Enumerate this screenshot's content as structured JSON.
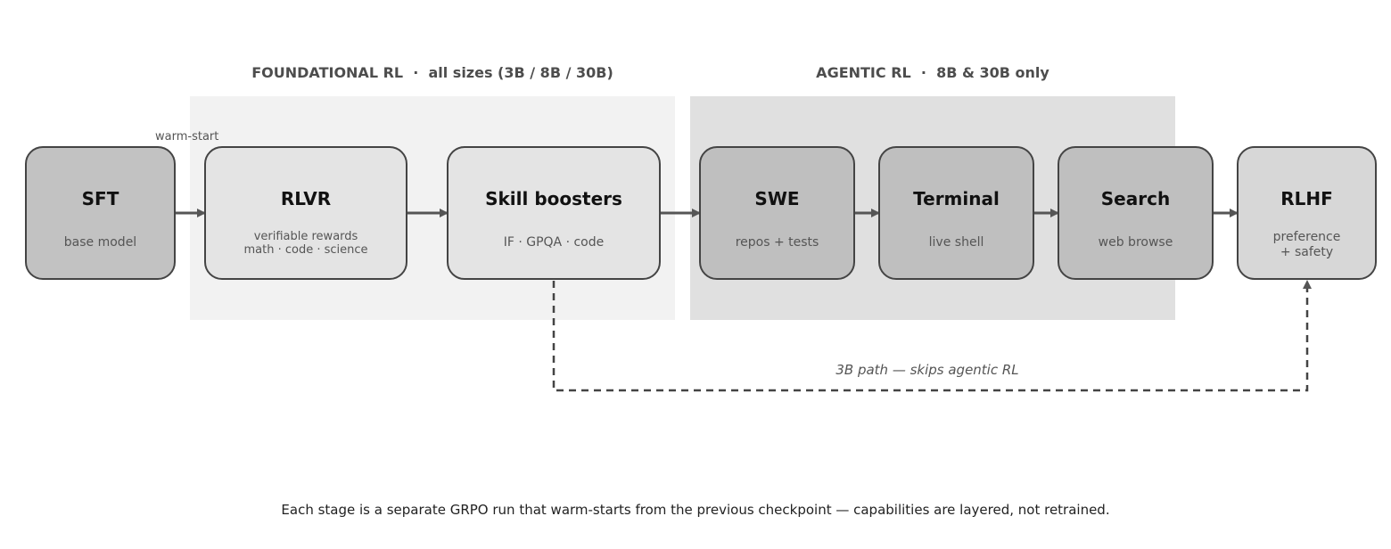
{
  "groups": {
    "foundational": {
      "title": "FOUNDATIONAL RL  ·  all sizes (3B / 8B / 30B)"
    },
    "agentic": {
      "title": "AGENTIC RL  ·  8B & 30B only"
    }
  },
  "stages": {
    "sft": {
      "name": "SFT",
      "desc": "base model"
    },
    "rlvr": {
      "name": "RLVR",
      "desc": "verifiable rewards\nmath · code · science"
    },
    "skill": {
      "name": "Skill boosters",
      "desc": "IF · GPQA · code"
    },
    "swe": {
      "name": "SWE",
      "desc": "repos + tests"
    },
    "terminal": {
      "name": "Terminal",
      "desc": "live shell"
    },
    "search": {
      "name": "Search",
      "desc": "web browse"
    },
    "rlhf": {
      "name": "RLHF",
      "desc": "preference\n+ safety"
    }
  },
  "labels": {
    "warm_start": "warm-start",
    "skip_path": "3B path — skips agentic RL"
  },
  "caption": "Each stage is a separate GRPO run that warm-starts from the previous checkpoint — capabilities are layered, not retrained."
}
